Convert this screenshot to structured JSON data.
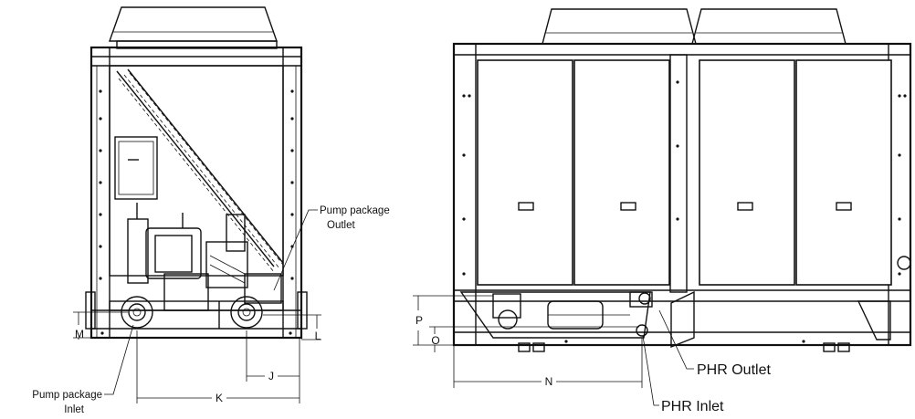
{
  "labels": {
    "pump_outlet": [
      "Pump package",
      "Outlet"
    ],
    "pump_inlet": [
      "Pump package",
      "Inlet"
    ],
    "phr_outlet": "PHR Outlet",
    "phr_inlet": "PHR Inlet"
  },
  "dimensions": {
    "j": "J",
    "k": "K",
    "l": "L",
    "m": "M",
    "n": "N",
    "o": "O",
    "p": "P"
  }
}
